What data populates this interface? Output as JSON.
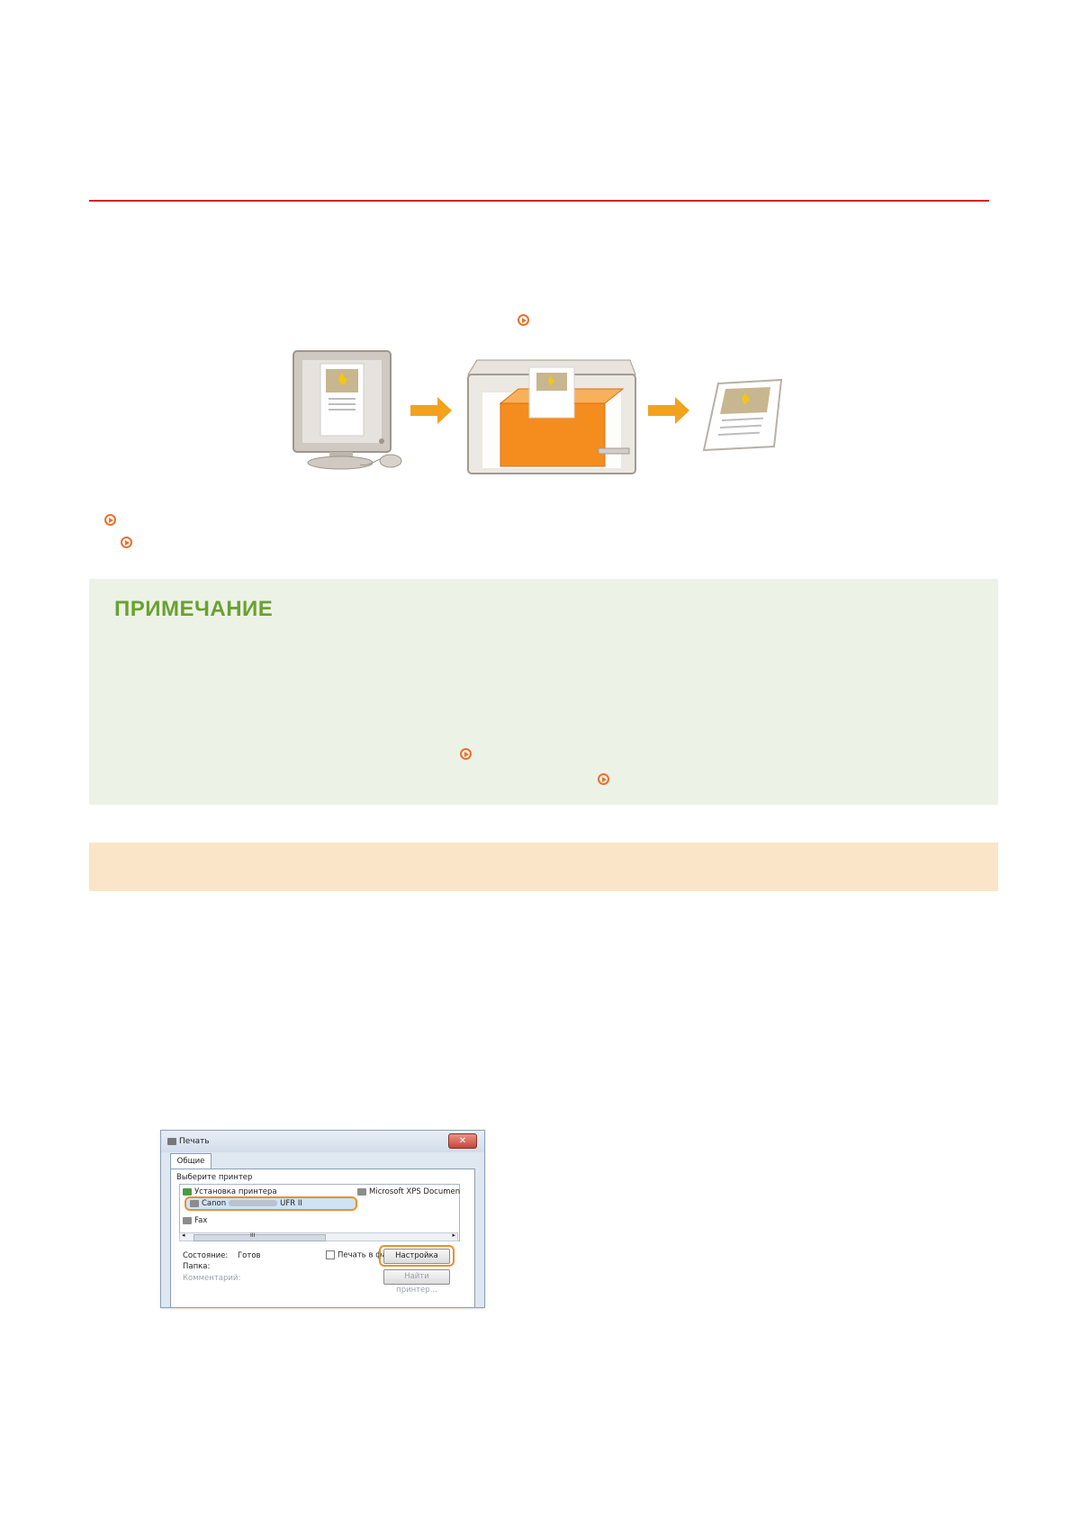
{
  "note": {
    "title": "ПРИМЕЧАНИЕ"
  },
  "illustration": {
    "computer_icon": "computer-monitor-icon",
    "printer_icon": "printer-paper-tray-icon",
    "output_icon": "printed-page-icon",
    "arrow_icon": "arrow-right-icon"
  },
  "dialog": {
    "title": "Печать",
    "close_label": "✕",
    "tab_general": "Общие",
    "select_printer_label": "Выберите принтер",
    "printers": {
      "install": "Установка принтера",
      "xps": "Microsoft XPS Documen",
      "canon_prefix": "Canon",
      "canon_suffix": "UFR II",
      "fax": "Fax"
    },
    "scroll_left": "◂",
    "scroll_mid": "III",
    "scroll_right": "▸",
    "status_label": "Состояние:",
    "status_value": "Готов",
    "folder_label": "Папка:",
    "comment_label": "Комментарий:",
    "print_to_file": "Печать в файл",
    "settings_button": "Настройка",
    "find_printer_button": "Найти принтер..."
  },
  "colors": {
    "accent_red": "#d8232a",
    "link_orange": "#e8722c",
    "note_green": "#6aa12f",
    "note_bg": "#edf2e7",
    "section_bg": "#fbe5c8"
  }
}
